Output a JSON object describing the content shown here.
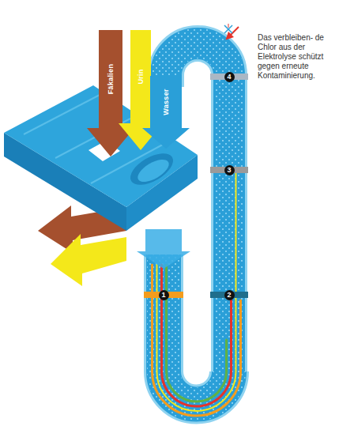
{
  "diagram": {
    "nodes": [
      {
        "text": [
          "Fäkalien"
        ]
      },
      {
        "text": [
          "Urin"
        ]
      },
      {
        "text": [
          "Wasser"
        ]
      }
    ],
    "labels": [
      "Das verbleiben- de Chlor aus der Elektrolyse schützt gegen erneute Kontaminierung.",
      "4",
      "3",
      "1",
      "2"
    ]
  }
}
